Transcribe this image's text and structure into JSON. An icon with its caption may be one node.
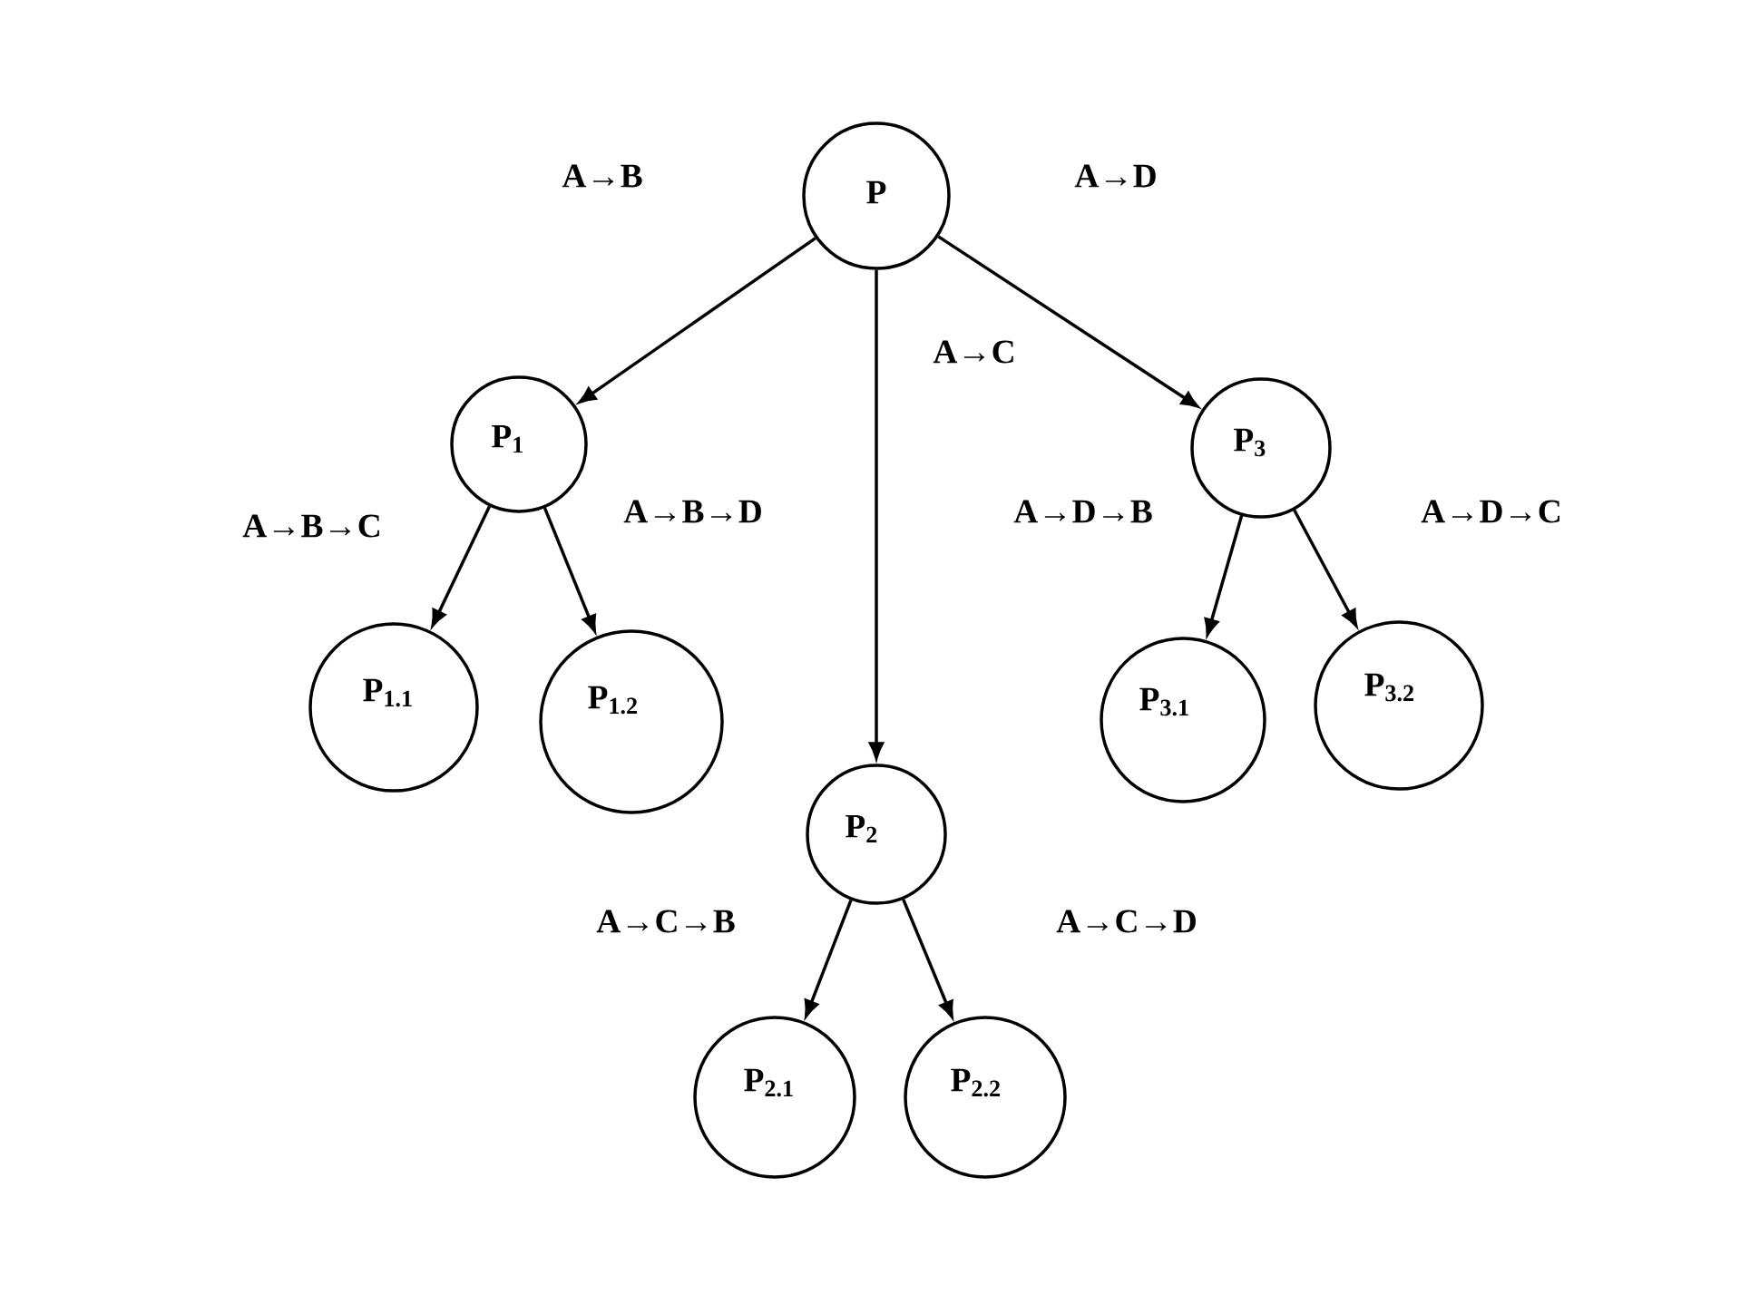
{
  "diagram": {
    "nodes": [
      {
        "text": [
          "P"
        ]
      },
      {
        "text": [
          "P$_{1}$"
        ]
      },
      {
        "text": [
          "P$_{2}$"
        ]
      },
      {
        "text": [
          "P$_{3}$"
        ]
      },
      {
        "text": [
          "P$_{1.1}$"
        ]
      },
      {
        "text": [
          "P$_{1.2}$"
        ]
      },
      {
        "text": [
          "P$_{2.1}$"
        ]
      },
      {
        "text": [
          "P$_{2.2}$"
        ]
      },
      {
        "text": [
          "P$_{3.1}$"
        ]
      },
      {
        "text": [
          "P$_{3.2}$"
        ]
      }
    ],
    "edges": [
      {
        "from": 0,
        "to": 1,
        "arrow": "to",
        "label": "A→B"
      },
      {
        "from": 0,
        "to": 2,
        "arrow": "to",
        "label": "A→C"
      },
      {
        "from": 0,
        "to": 3,
        "arrow": "to",
        "label": "A→D"
      },
      {
        "from": 1,
        "to": 4,
        "arrow": "to",
        "label": "A→B→C"
      },
      {
        "from": 1,
        "to": 5,
        "arrow": "to",
        "label": "A→B→D"
      },
      {
        "from": 2,
        "to": 6,
        "arrow": "to",
        "label": "A→C→B"
      },
      {
        "from": 2,
        "to": 7,
        "arrow": "to",
        "label": "A→C→D"
      },
      {
        "from": 3,
        "to": 8,
        "arrow": "to",
        "label": "A→D→B"
      },
      {
        "from": 3,
        "to": 9,
        "arrow": "to",
        "label": "A→D→C"
      }
    ]
  }
}
